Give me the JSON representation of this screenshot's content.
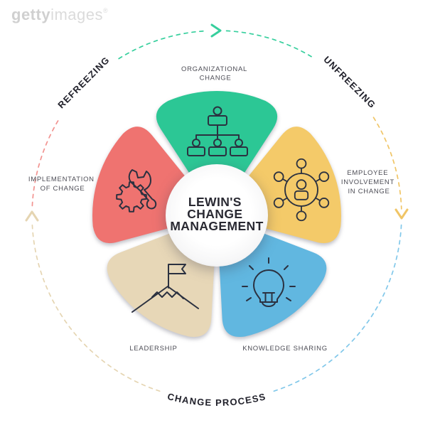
{
  "watermark": {
    "brand_bold": "getty",
    "brand_light": "images",
    "registered_mark": "®"
  },
  "diagram": {
    "title_line1": "LEWIN'S",
    "title_line2": "CHANGE",
    "title_line3": "MANAGEMENT",
    "icon_stroke": "#2b3140"
  },
  "stages": {
    "refreezing": "REFREEZING",
    "unfreezing": "UNFREEZING",
    "change_process": "CHANGE PROCESS"
  },
  "segments": [
    {
      "label_line1": "ORGANIZATIONAL",
      "label_line2": "CHANGE",
      "color": "#2cc795",
      "icon": "org-hierarchy-icon"
    },
    {
      "label_line1": "EMPLOYEE",
      "label_line2": "INVOLVEMENT",
      "label_line3": "IN CHANGE",
      "color": "#f4ca69",
      "icon": "people-network-icon"
    },
    {
      "label": "KNOWLEDGE SHARING",
      "color": "#61b7e0",
      "icon": "lightbulb-icon"
    },
    {
      "label": "LEADERSHIP",
      "color": "#e7d7b7",
      "icon": "mountain-flag-icon"
    },
    {
      "label_line1": "IMPLEMENTATION",
      "label_line2": "OF CHANGE",
      "color": "#ef7370",
      "icon": "gear-wrench-icon"
    }
  ],
  "ring": {
    "green": "#36cf9d",
    "yellow": "#f0c566",
    "blue": "#82c8ea",
    "beige": "#e5d5b2",
    "red": "#f29390"
  }
}
